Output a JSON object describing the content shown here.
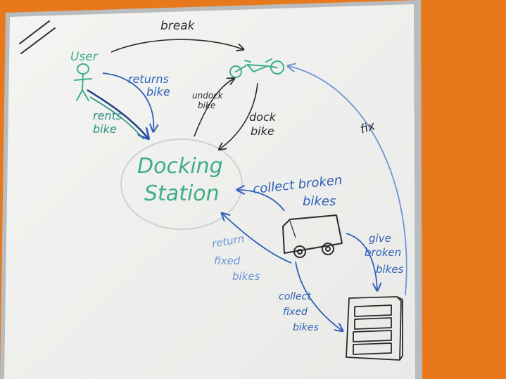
{
  "colors": {
    "wall": "#e8781c",
    "board": "#f1f2ef",
    "frame": "#b9bcbf",
    "black_marker": "#2a2a2a",
    "blue_marker": "#2f5fb8",
    "light_blue_marker": "#6e95d6",
    "green_marker": "#3fae86",
    "teal_marker": "#2a8f7f"
  },
  "labels": {
    "user": "User",
    "break": "break",
    "returns_bike": [
      "returns",
      "bike"
    ],
    "rents_bike": [
      "rents",
      "bike"
    ],
    "undock_bike": [
      "undock",
      "bike"
    ],
    "dock_bike": [
      "dock",
      "bike"
    ],
    "fix": "fix",
    "docking_station": [
      "Docking",
      "Station"
    ],
    "collect_broken_bikes": [
      "collect broken",
      "bikes"
    ],
    "return_fixed_bikes": [
      "return",
      "fixed",
      "bikes"
    ],
    "give_broken_bikes": [
      "give",
      "broken",
      "bikes"
    ],
    "collect_fixed_bikes": [
      "collect",
      "fixed",
      "bikes"
    ]
  },
  "icons": {
    "stick_figure": "user-stick-figure-icon",
    "bicycle": "bicycle-icon",
    "van": "van-icon",
    "workshop": "workshop-cabinet-icon",
    "station": "docking-station-circle"
  }
}
